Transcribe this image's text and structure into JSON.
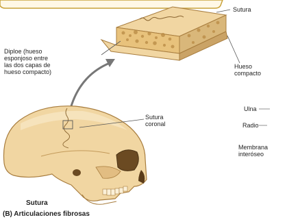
{
  "figure": {
    "labels": {
      "sutura_top": "Sutura",
      "diploe": "Diploe (hueso\nesponjoso entre\nlas dos capas de\nhueso compacto)",
      "hueso_compacto": "Hueso\ncompacto",
      "sutura_coronal": "Sutura\ncoronal",
      "ulna": "Ulna",
      "radio": "Radio",
      "membrana": "Membrana\ninteróseo",
      "sutura_bottom": "Sutura",
      "caption": "(B) Articulaciones fibrosas"
    },
    "colors": {
      "bone": "#f1d6a2",
      "bone_shade": "#d9b77a",
      "bone_dark": "#a87d3e",
      "spongy": "#e8c27c",
      "arrow": "#777777",
      "banner_border": "#c9a23a"
    }
  }
}
